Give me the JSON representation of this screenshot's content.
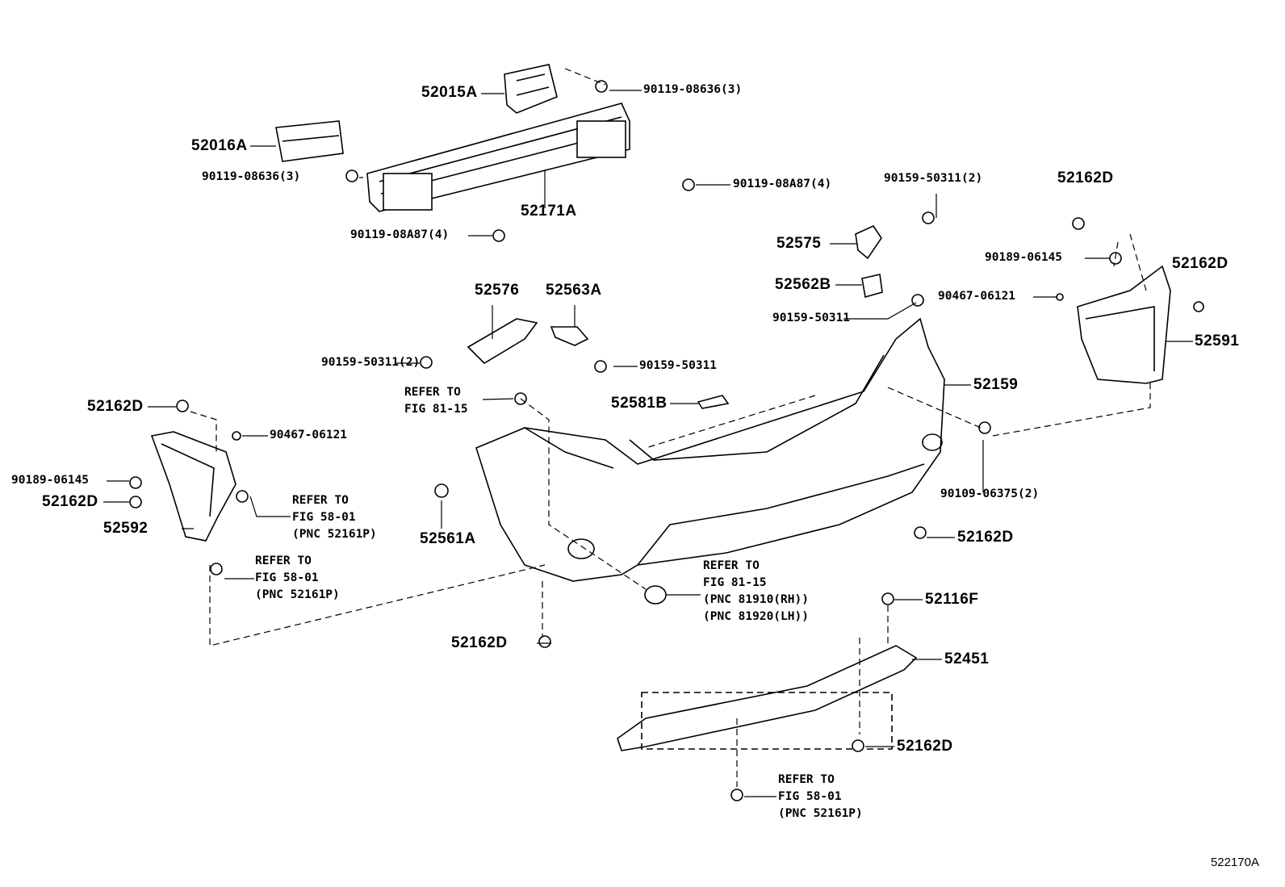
{
  "figure_id": "522170A",
  "parts": {
    "p52015A": "52015A",
    "p52016A": "52016A",
    "p52171A": "52171A",
    "p52575": "52575",
    "p52562B": "52562B",
    "p52576": "52576",
    "p52563A": "52563A",
    "p52591": "52591",
    "p52159": "52159",
    "p52581B": "52581B",
    "p52592": "52592",
    "p52561A": "52561A",
    "p52116F": "52116F",
    "p52451": "52451",
    "p52162D": "52162D"
  },
  "fasteners": {
    "f90119_08636": "90119-08636(3)",
    "f90119_08A87": "90119-08A87(4)",
    "f90159_50311_2": "90159-50311(2)",
    "f90159_50311": "90159-50311",
    "f90189_06145": "90189-06145",
    "f90467_06121": "90467-06121",
    "f90109_06375": "90109-06375(2)"
  },
  "refs": {
    "refer_to": "REFER TO",
    "fig_81_15": "FIG 81-15",
    "fig_58_01": "FIG 58-01",
    "pnc_52161p": "(PNC 52161P)",
    "pnc_81910": "(PNC 81910(RH))",
    "pnc_81920": "(PNC 81920(LH))"
  }
}
